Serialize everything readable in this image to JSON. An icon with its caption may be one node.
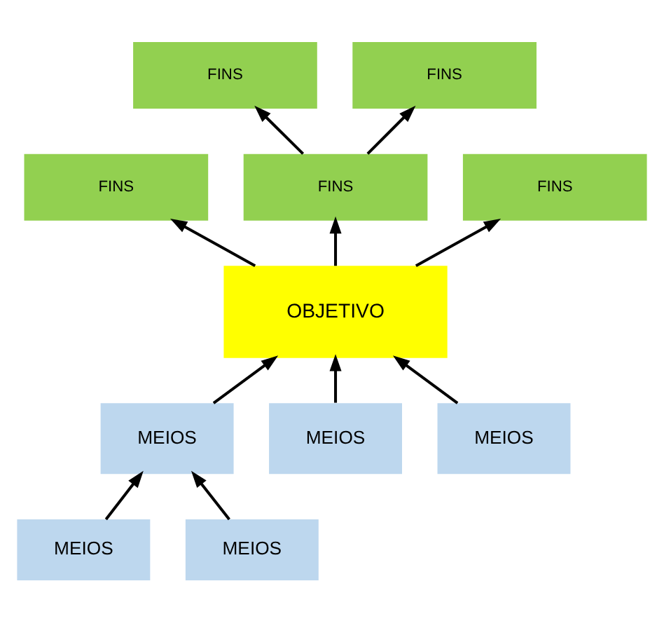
{
  "diagram": {
    "nodes": [
      {
        "text": [
          "FINS"
        ]
      },
      {
        "text": [
          "FINS"
        ]
      },
      {
        "text": [
          "FINS"
        ]
      },
      {
        "text": [
          "FINS"
        ]
      },
      {
        "text": [
          "FINS"
        ]
      },
      {
        "text": [
          "OBJETIVO"
        ]
      },
      {
        "text": [
          "MEIOS"
        ]
      },
      {
        "text": [
          "MEIOS"
        ]
      },
      {
        "text": [
          "MEIOS"
        ]
      },
      {
        "text": [
          "MEIOS"
        ]
      },
      {
        "text": [
          "MEIOS"
        ]
      }
    ],
    "edges": [
      {
        "from": 3,
        "to": 0,
        "arrow": "to"
      },
      {
        "from": 3,
        "to": 1,
        "arrow": "to"
      },
      {
        "from": 5,
        "to": 2,
        "arrow": "to"
      },
      {
        "from": 5,
        "to": 3,
        "arrow": "to"
      },
      {
        "from": 5,
        "to": 4,
        "arrow": "to"
      },
      {
        "from": 6,
        "to": 5,
        "arrow": "to"
      },
      {
        "from": 7,
        "to": 5,
        "arrow": "to"
      },
      {
        "from": 8,
        "to": 5,
        "arrow": "to"
      },
      {
        "from": 9,
        "to": 6,
        "arrow": "to"
      },
      {
        "from": 10,
        "to": 6,
        "arrow": "to"
      }
    ]
  }
}
